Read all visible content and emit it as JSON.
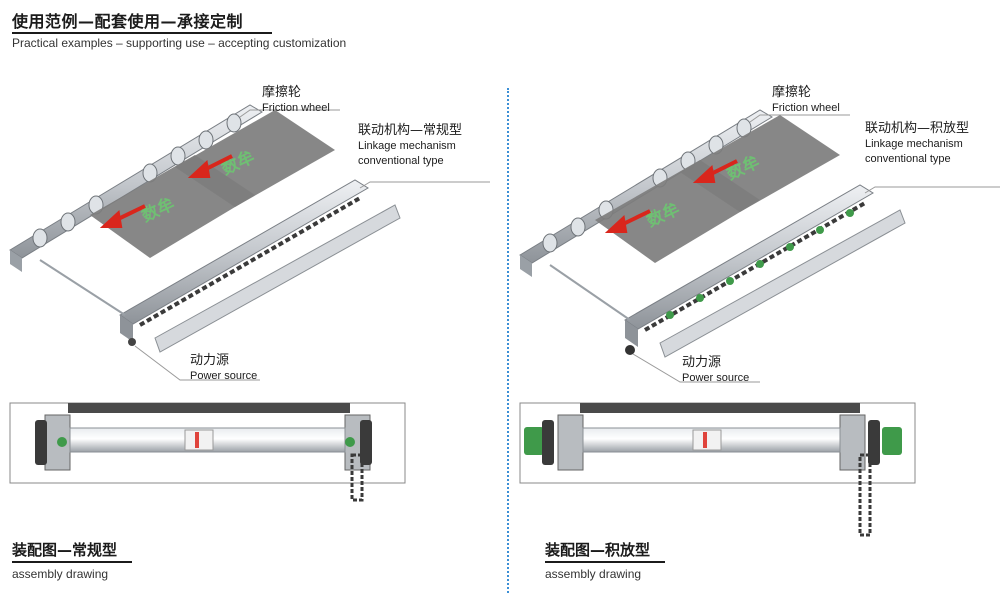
{
  "header": {
    "title_zh": "使用范例—配套使用—承接定制",
    "title_en": "Practical examples – supporting use – accepting customization"
  },
  "panels": [
    {
      "friction_wheel": {
        "zh": "摩擦轮",
        "en": "Friction wheel"
      },
      "linkage": {
        "zh": "联动机构—常规型",
        "en_1": "Linkage mechanism",
        "en_2": "conventional type"
      },
      "power": {
        "zh": "动力源",
        "en": "Power source"
      },
      "assembly": {
        "zh": "装配图—常规型",
        "en": "assembly drawing"
      },
      "stamp": "数牟"
    },
    {
      "friction_wheel": {
        "zh": "摩擦轮",
        "en": "Friction wheel"
      },
      "linkage": {
        "zh": "联动机构—积放型",
        "en_1": "Linkage mechanism",
        "en_2": "conventional type"
      },
      "power": {
        "zh": "动力源",
        "en": "Power source"
      },
      "assembly": {
        "zh": "装配图—积放型",
        "en": "assembly drawing"
      },
      "stamp": "数牟"
    }
  ],
  "colors": {
    "accent_blue": "#3b8fd6",
    "arrow_red": "#d9261c",
    "carrier_plate": "#7d7d7d",
    "rail_silver": "#c9cdd2",
    "chain_dark": "#3a3a3a",
    "sprocket_green": "#3f9a4a"
  }
}
